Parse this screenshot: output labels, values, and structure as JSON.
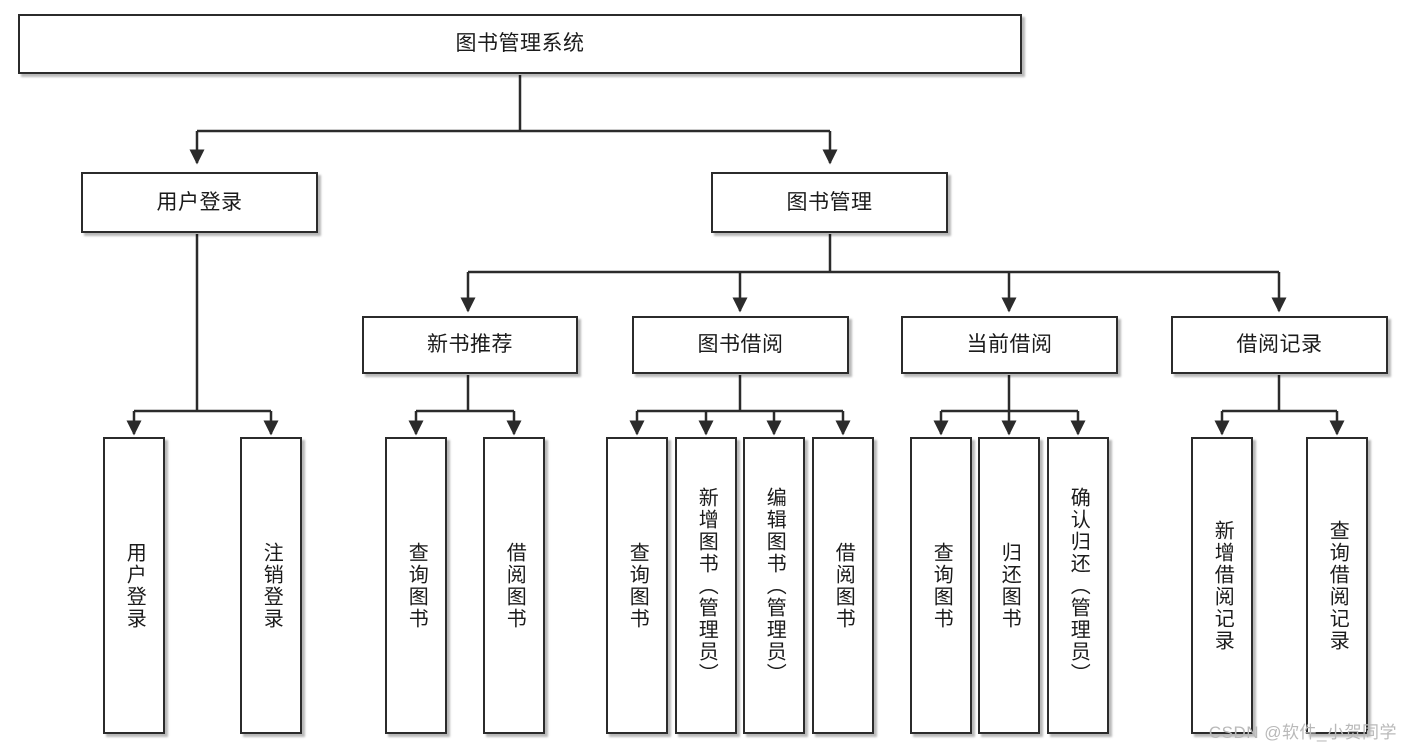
{
  "diagram": {
    "type": "tree-hierarchy",
    "title": "图书管理系统",
    "watermark": "CSDN @软件_小贺同学",
    "colors": {
      "box_border": "#2b2b2b",
      "box_fill": "#ffffff",
      "connector": "#2b2b2b",
      "text": "#1b1b1b",
      "watermark": "#b9b9b9",
      "background": "#ffffff"
    },
    "nodes": {
      "root": {
        "label": "图书管理系统",
        "level": 1
      },
      "level2": [
        {
          "id": "user-login",
          "label": "用户登录"
        },
        {
          "id": "book-management",
          "label": "图书管理"
        }
      ],
      "level3": [
        {
          "id": "new-book-recommend",
          "label": "新书推荐",
          "parent": "book-management"
        },
        {
          "id": "book-borrow",
          "label": "图书借阅",
          "parent": "book-management"
        },
        {
          "id": "current-borrow",
          "label": "当前借阅",
          "parent": "book-management"
        },
        {
          "id": "borrow-record",
          "label": "借阅记录",
          "parent": "book-management"
        }
      ],
      "leaves": {
        "user-login": [
          {
            "id": "leaf-user-login",
            "label": "用户登录"
          },
          {
            "id": "leaf-user-logout",
            "label": "注销登录"
          }
        ],
        "new-book-recommend": [
          {
            "id": "leaf-query-book-1",
            "label": "查询图书"
          },
          {
            "id": "leaf-borrow-book-1",
            "label": "借阅图书"
          }
        ],
        "book-borrow": [
          {
            "id": "leaf-query-book-2",
            "label": "查询图书"
          },
          {
            "id": "leaf-add-book",
            "label": "新增图书（管理员）"
          },
          {
            "id": "leaf-edit-book",
            "label": "编辑图书（管理员）"
          },
          {
            "id": "leaf-borrow-book-2",
            "label": "借阅图书"
          }
        ],
        "current-borrow": [
          {
            "id": "leaf-query-book-3",
            "label": "查询图书"
          },
          {
            "id": "leaf-return-book",
            "label": "归还图书"
          },
          {
            "id": "leaf-confirm-return",
            "label": "确认归还（管理员）"
          }
        ],
        "borrow-record": [
          {
            "id": "leaf-add-record",
            "label": "新增借阅记录"
          },
          {
            "id": "leaf-query-record",
            "label": "查询借阅记录"
          }
        ]
      }
    }
  }
}
